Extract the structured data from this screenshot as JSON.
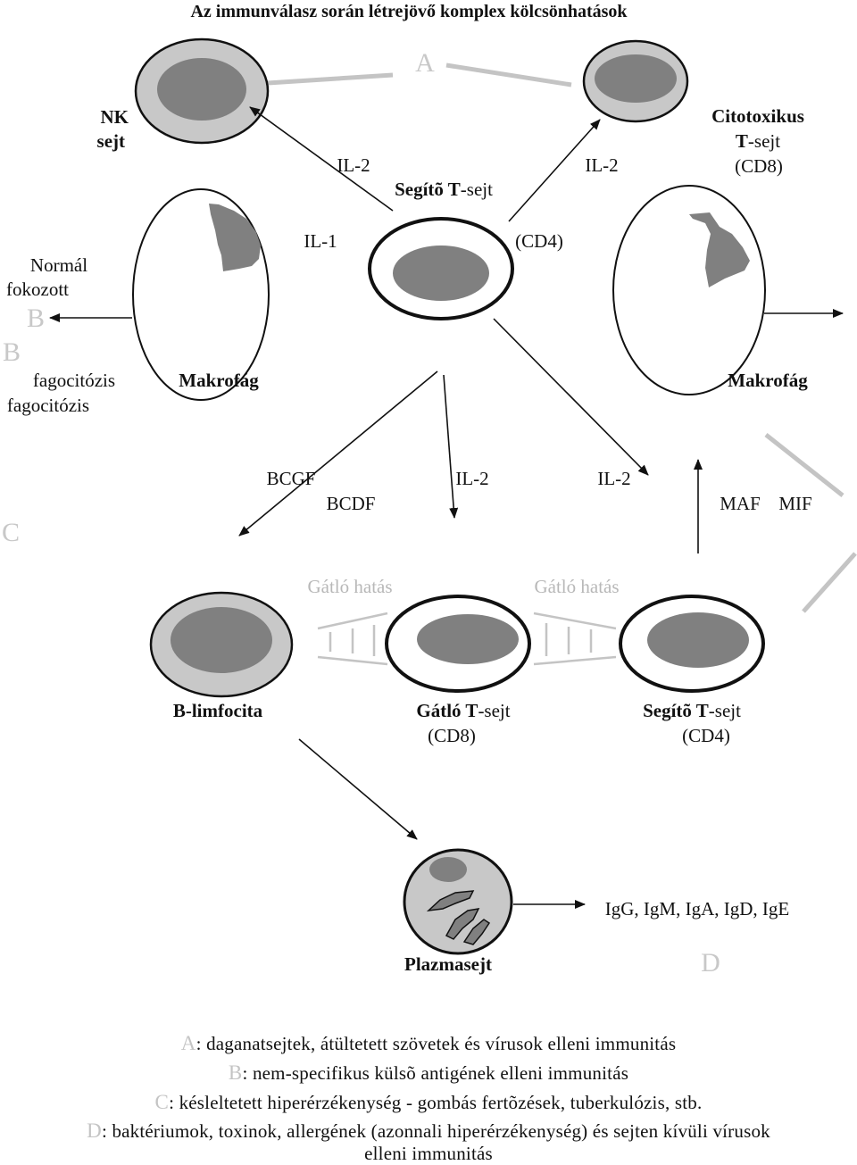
{
  "title": "Az immunválasz során létrejövő komplex kölcsönhatások",
  "letters": {
    "a": "A",
    "b1": "B",
    "b2": "B",
    "c": "C",
    "d": "D"
  },
  "labels": {
    "nk_line1": "NK",
    "nk_line2": "sejt",
    "cyto_line1": "Citotoxikus",
    "cyto_t": "T",
    "cyto_sejt": "-sejt",
    "cyto_line3": "(CD8)",
    "il2_left": "IL-2",
    "il2_right": "IL-2",
    "helper_top_prefix": "Segítõ T",
    "helper_top_suffix": "-sejt",
    "il1": "IL-1",
    "cd4_top": "(CD4)",
    "normal_line1": "Normál",
    "normal_line2": "fokozott",
    "fago_line1": "fagocitózis",
    "fago_line2": "fagocitózis",
    "makrofag_left": "Makrofág",
    "makrofag_right": "Makrofág",
    "bcgf": "BCGF",
    "bcdf": "BCDF",
    "il2_mid1": "IL-2",
    "il2_mid2": "IL-2",
    "maf": "MAF",
    "mif": "MIF",
    "gatlo_hatas_1": "Gátló hatás",
    "gatlo_hatas_2": "Gátló hatás",
    "b_limfocita": "B-limfocita",
    "gatlo_t_prefix": "Gátló T",
    "gatlo_t_suffix": "-sejt",
    "gatlo_t_cd8": "(CD8)",
    "helper_bottom_prefix": "Segítõ T",
    "helper_bottom_suffix": "-sejt",
    "helper_bottom_cd4": "(CD4)",
    "antibodies": "IgG, IgM, IgA, IgD, IgE",
    "plazmasejt": "Plazmasejt"
  },
  "legend": [
    {
      "key": "A",
      "text": ": daganatsejtek, átültetett szövetek és vírusok elleni immunitás"
    },
    {
      "key": "B",
      "text": ": nem-specifikus külsõ antigének elleni immunitás"
    },
    {
      "key": "C",
      "text": ": késleltetett hiperérzékenység - gombás fertõzések, tuberkulózis, stb."
    },
    {
      "key": "D",
      "text": ": baktériumok, toxinok, allergének (azonnali hiperérzékenység) és sejten kívüli vírusok"
    },
    {
      "key": "",
      "text": "elleni immunitás"
    }
  ],
  "colors": {
    "cell_fill": "#c8c8c8",
    "nucleus": "#808080",
    "line": "#111111",
    "faint": "#c4c4c4"
  }
}
